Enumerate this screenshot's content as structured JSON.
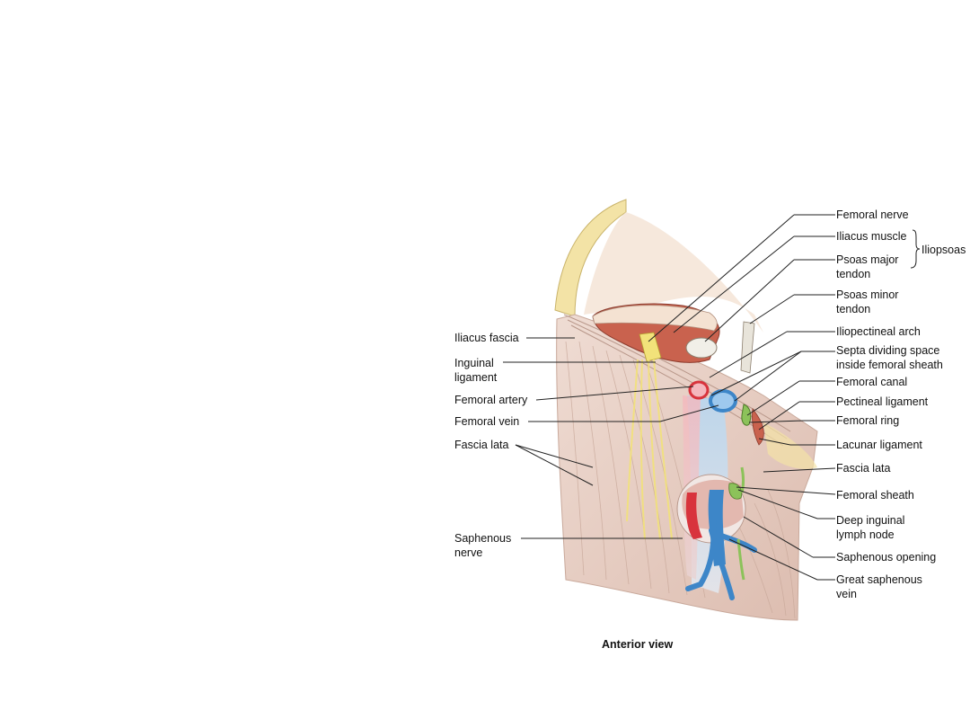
{
  "labels_left": {
    "iliacus_fascia": "Iliacus fascia",
    "inguinal_ligament_1": "Inguinal",
    "inguinal_ligament_2": "ligament",
    "femoral_artery": "Femoral artery",
    "femoral_vein": "Femoral vein",
    "fascia_lata": "Fascia lata",
    "saphenous_nerve_1": "Saphenous",
    "saphenous_nerve_2": "nerve"
  },
  "labels_right": {
    "femoral_nerve": "Femoral nerve",
    "iliacus_muscle": "Iliacus muscle",
    "iliopsoas": "Iliopsoas",
    "psoas_major_1": "Psoas major",
    "psoas_major_2": "tendon",
    "psoas_minor_1": "Psoas minor",
    "psoas_minor_2": "tendon",
    "iliopectineal_arch": "Iliopectineal arch",
    "septa_1": "Septa dividing space",
    "septa_2": "inside femoral sheath",
    "femoral_canal": "Femoral canal",
    "pectineal_ligament": "Pectineal ligament",
    "femoral_ring": "Femoral ring",
    "lacunar_ligament": "Lacunar ligament",
    "fascia_lata": "Fascia lata",
    "femoral_sheath": "Femoral sheath",
    "deep_inguinal_1": "Deep inguinal",
    "deep_inguinal_2": "lymph node",
    "saphenous_opening": "Saphenous opening",
    "great_saphenous_1": "Great saphenous",
    "great_saphenous_2": "vein"
  },
  "caption": "Anterior view",
  "colors": {
    "fascia": "#e8cfc4",
    "fascia_line": "#c9a99b",
    "bone": "#f3e3a6",
    "muscle": "#c9624e",
    "artery": "#d8333c",
    "vein": "#3d86c8",
    "nerve": "#f2e27a",
    "lymph": "#8cc25a",
    "leader": "#222222"
  }
}
